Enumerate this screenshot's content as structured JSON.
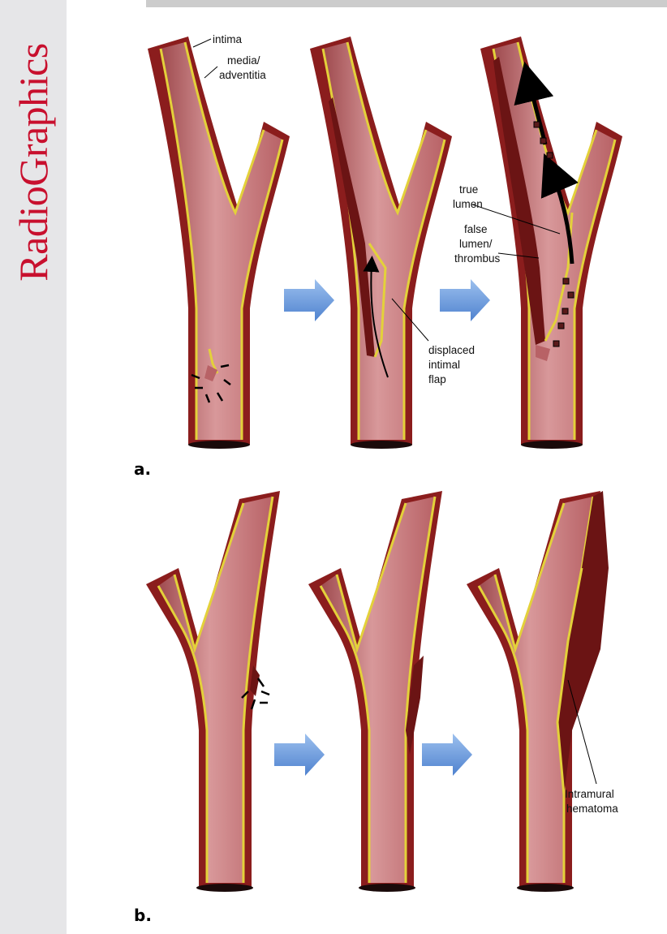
{
  "journal": "RadioGraphics",
  "panels": [
    {
      "label": "a.",
      "annotations": {
        "intima": "intima",
        "media_line1": "media/",
        "media_line2": "adventitia",
        "true_line1": "true",
        "true_line2": "lumen",
        "false_line1": "false",
        "false_line2": "lumen/",
        "false_line3": "thrombus",
        "flap_line1": "displaced",
        "flap_line2": "intimal",
        "flap_line3": "flap"
      }
    },
    {
      "label": "b.",
      "annotations": {
        "imh_line1": "Intramural",
        "imh_line2": "hematoma"
      }
    }
  ],
  "colors": {
    "vessel_wall": "#8b1d1d",
    "vessel_lumen": "#d3888a",
    "intima_line": "#e3d13a",
    "false_lumen": "#6b1414",
    "arrow_fill": "#6d9bdc",
    "brand": "#c8102e"
  }
}
